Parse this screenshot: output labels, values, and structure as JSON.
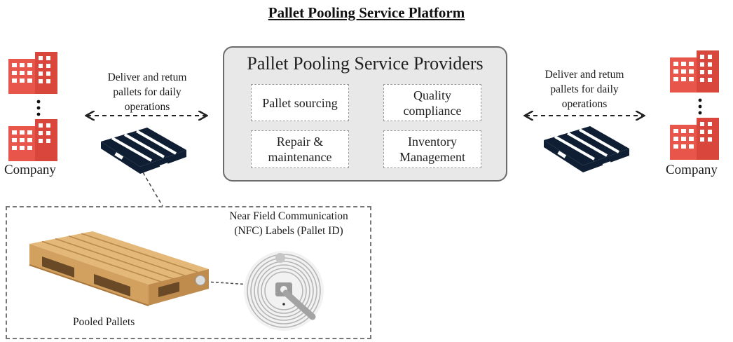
{
  "title": "Pallet Pooling Service Platform",
  "providers": {
    "title": "Pallet Pooling Service Providers",
    "services": [
      "Pallet sourcing",
      "Quality\ncompliance",
      "Repair &\nmaintenance",
      "Inventory\nManagement"
    ]
  },
  "flows": {
    "left_label": "Deliver and retum\npallets for daily\noperations",
    "right_label": "Deliver and retum\npallets for daily\noperations"
  },
  "companies": {
    "left_label": "Company",
    "right_label": "Company"
  },
  "detail": {
    "nfc_label": "Near Field Communication\n(NFC) Labels (Pallet ID)",
    "pallets_label": "Pooled Pallets"
  },
  "colors": {
    "building": "#e8554a",
    "pallet_icon": "#0f1e33",
    "wood": "#e3b878",
    "provider_bg": "#e8e8e8"
  }
}
